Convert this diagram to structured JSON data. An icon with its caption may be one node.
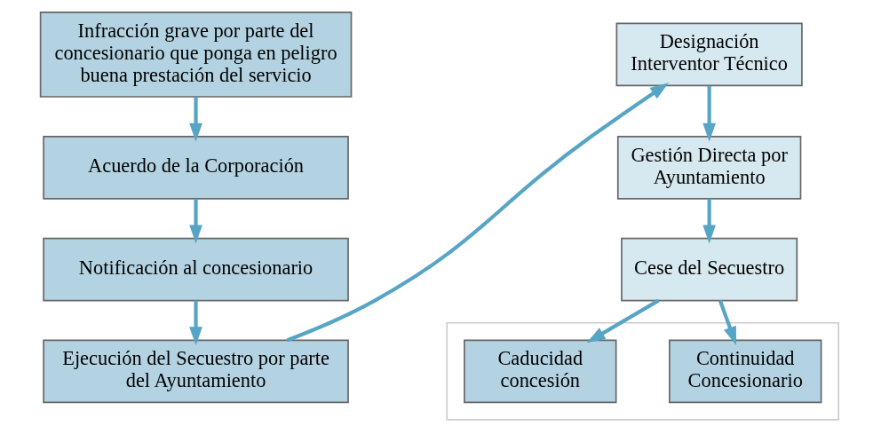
{
  "diagram": {
    "nodes": [
      {
        "text": [
          "Infracción grave por parte del concesionario que ponga en peligro buena prestación del servicio"
        ]
      },
      {
        "text": [
          "Acuerdo de la Corporación"
        ]
      },
      {
        "text": [
          "Notificación al concesionario"
        ]
      },
      {
        "text": [
          "Ejecución del Secuestro por parte del Ayuntamiento"
        ]
      },
      {
        "text": [
          "Designación Interventor Técnico"
        ]
      },
      {
        "text": [
          "Gestión Directa por Ayuntamiento"
        ]
      },
      {
        "text": [
          "Cese del Secuestro"
        ]
      },
      {
        "text": [],
        "shape": "box"
      },
      {
        "text": [
          "Continuidad Concesionario"
        ],
        "in": 7
      },
      {
        "text": [
          "Caducidad concesión"
        ],
        "in": 7
      }
    ],
    "edges": [
      {
        "from": 0,
        "to": 1,
        "arrow": "to"
      },
      {
        "from": 1,
        "to": 2,
        "arrow": "to"
      },
      {
        "from": 2,
        "to": 3,
        "arrow": "to"
      },
      {
        "from": 3,
        "to": 4,
        "arrow": "to"
      },
      {
        "from": 4,
        "to": 5,
        "arrow": "to"
      },
      {
        "from": 5,
        "to": 6,
        "arrow": "to"
      },
      {
        "from": 6,
        "to": 8,
        "arrow": "to"
      },
      {
        "from": 6,
        "to": 9,
        "arrow": "to"
      }
    ]
  }
}
